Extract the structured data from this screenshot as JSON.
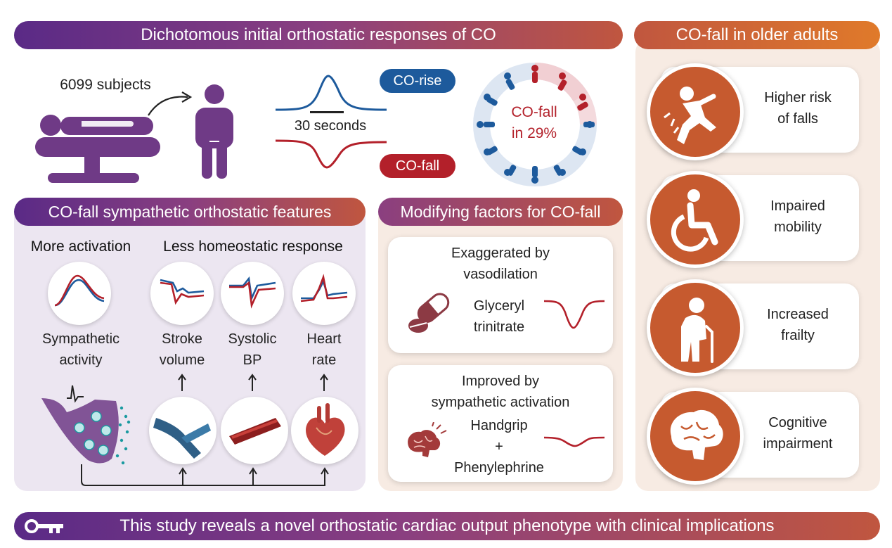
{
  "top": {
    "title": "Dichotomous initial orthostatic responses of CO",
    "subjects": "6099 subjects",
    "time_scale": "30 seconds",
    "rise_label": "CO-rise",
    "fall_label": "CO-fall",
    "ring_text_1": "CO-fall",
    "ring_text_2": "in 29%",
    "fall_fraction": 0.29
  },
  "older": {
    "title": "CO-fall in older adults",
    "items": [
      {
        "line1": "Higher risk",
        "line2": "of falls",
        "icon": "falling-person-icon"
      },
      {
        "line1": "Impaired",
        "line2": "mobility",
        "icon": "wheelchair-icon"
      },
      {
        "line1": "Increased",
        "line2": "frailty",
        "icon": "elderly-person-cane-icon"
      },
      {
        "line1": "Cognitive",
        "line2": "impairment",
        "icon": "brain-icon"
      }
    ]
  },
  "sympathetic": {
    "title": "CO-fall sympathetic orthostatic features",
    "more_activation": "More activation",
    "less_response": "Less homeostatic response",
    "sympathetic_l1": "Sympathetic",
    "sympathetic_l2": "activity",
    "stroke_l1": "Stroke",
    "stroke_l2": "volume",
    "systolic_l1": "Systolic",
    "systolic_l2": "BP",
    "heart_l1": "Heart",
    "heart_l2": "rate"
  },
  "modifying": {
    "title": "Modifying factors for CO-fall",
    "exaggerated_l1": "Exaggerated by",
    "exaggerated_l2": "vasodilation",
    "gtn_l1": "Glyceryl",
    "gtn_l2": "trinitrate",
    "improved_l1": "Improved by",
    "improved_l2": "sympathetic activation",
    "handgrip": "Handgrip",
    "plus": "+",
    "phenylephrine": "Phenylephrine"
  },
  "footer": {
    "text": "This study reveals a novel orthostatic cardiac output phenotype with clinical implications",
    "icon": "key-icon"
  },
  "colors": {
    "purple": "#5a2a86",
    "orange": "#c65a2f",
    "blue": "#1d5a9c",
    "red": "#b3202a",
    "person": "#6f3a86",
    "lilac_panel": "#ece6f1",
    "peach_panel": "#f7ebe3"
  }
}
